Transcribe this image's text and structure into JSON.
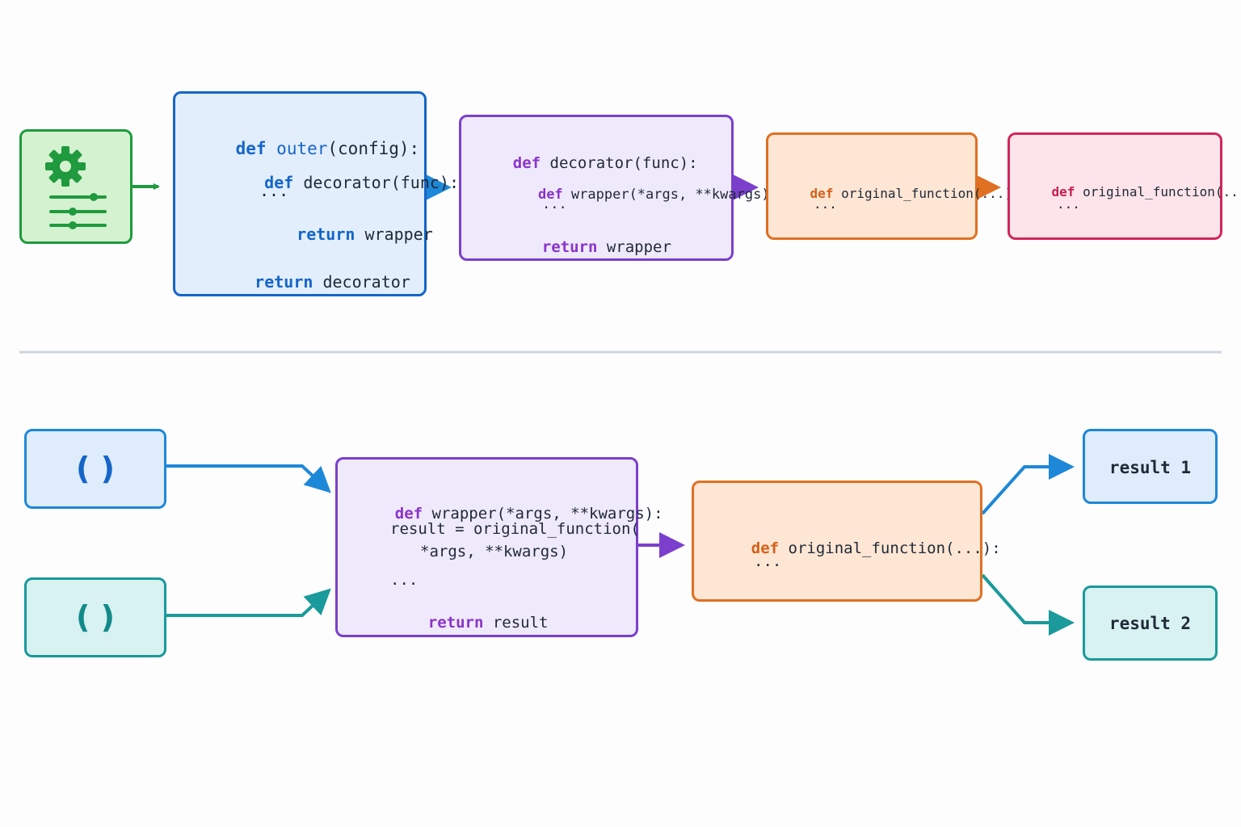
{
  "top": {
    "outer_box": {
      "line1_kw": "def",
      "line1_name": "outer",
      "line1_rest": "(config):",
      "line2_kw": "def",
      "line2_rest": "decorator(func):",
      "line3": "...",
      "line4_kw": "return",
      "line4_rest": "wrapper",
      "line5_kw": "return",
      "line5_rest": "decorator"
    },
    "decorator_box": {
      "line1_kw": "def",
      "line1_rest": "decorator(func):",
      "line2_kw": "def",
      "line2_rest": "wrapper(*args, **kwargs):",
      "line3": "...",
      "line4_kw": "return",
      "line4_rest": "wrapper"
    },
    "original_box": {
      "line1_kw": "def",
      "line1_rest": "original_function(...)",
      "line2": "..."
    },
    "decorated_box": {
      "line1_kw": "def",
      "line1_rest": "original_function(...)",
      "line2": "..."
    }
  },
  "bottom": {
    "input1": {
      "label": "( )"
    },
    "input2": {
      "label": "( )"
    },
    "wrapper_box": {
      "line1_kw": "def",
      "line1_rest": "wrapper(*args, **kwargs):",
      "line2": "result = original_function(",
      "line3": "*args, **kwargs)",
      "line4": "...",
      "line5_kw": "return",
      "line5_rest": "result"
    },
    "original_box": {
      "line1_kw": "def",
      "line1_rest": "original_function(...):",
      "line2": "..."
    },
    "result1": {
      "label": "result 1"
    },
    "result2": {
      "label": "result 2"
    }
  },
  "colors": {
    "green": "#1f9a3e",
    "blue": "#1565c8",
    "purple": "#7b3fcc",
    "orange": "#e07022",
    "pink": "#d2265a",
    "light_blue": "#1e88d8",
    "teal": "#1a9a9a",
    "divider": "#cfd5dd"
  },
  "icons": {
    "config": "gear-with-sliders-icon"
  }
}
